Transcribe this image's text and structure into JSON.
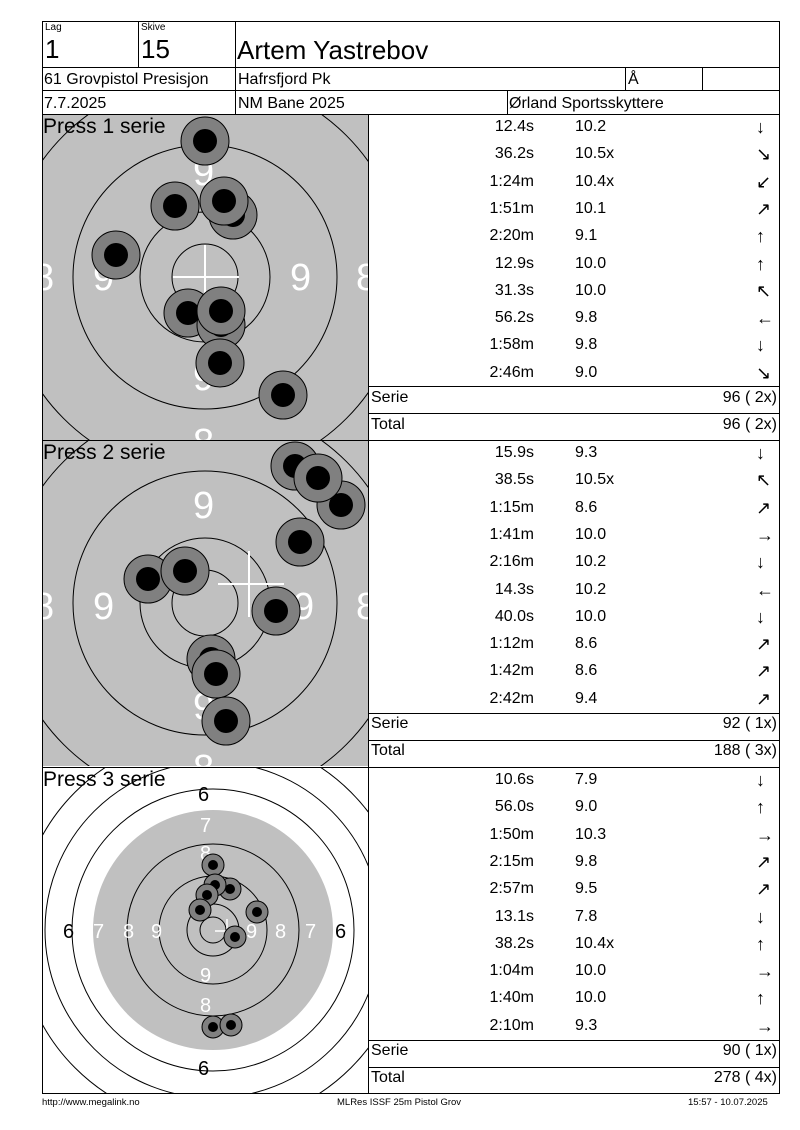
{
  "header": {
    "lag_label": "Lag",
    "lag": "1",
    "skive_label": "Skive",
    "skive": "15",
    "name": "Artem Yastrebov",
    "class": "61 Grovpistol Presisjon",
    "club": "Hafrsfjord Pk",
    "extra": "Å",
    "date": "7.7.2025",
    "range": "NM Bane 2025",
    "organizer": "Ørland Sportsskyttere"
  },
  "series": [
    {
      "title": "Press 1 serie",
      "shots": [
        {
          "time": "12.4s",
          "score": "10.2",
          "dir": "↓"
        },
        {
          "time": "36.2s",
          "score": "10.5x",
          "dir": "↘"
        },
        {
          "time": "1:24m",
          "score": "10.4x",
          "dir": "↙"
        },
        {
          "time": "1:51m",
          "score": "10.1",
          "dir": "↗"
        },
        {
          "time": "2:20m",
          "score": "9.1",
          "dir": "↑"
        },
        {
          "time": "12.9s",
          "score": "10.0",
          "dir": "↑"
        },
        {
          "time": "31.3s",
          "score": "10.0",
          "dir": "↖"
        },
        {
          "time": "56.2s",
          "score": "9.8",
          "dir": "←"
        },
        {
          "time": "1:58m",
          "score": "9.8",
          "dir": "↓"
        },
        {
          "time": "2:46m",
          "score": "9.0",
          "dir": "↘"
        }
      ],
      "serie_label": "Serie",
      "serie_value": "96 ( 2x)",
      "total_label": "Total",
      "total_value": "96 ( 2x)"
    },
    {
      "title": "Press 2 serie",
      "shots": [
        {
          "time": "15.9s",
          "score": "9.3",
          "dir": "↓"
        },
        {
          "time": "38.5s",
          "score": "10.5x",
          "dir": "↖"
        },
        {
          "time": "1:15m",
          "score": "8.6",
          "dir": "↗"
        },
        {
          "time": "1:41m",
          "score": "10.0",
          "dir": "→"
        },
        {
          "time": "2:16m",
          "score": "10.2",
          "dir": "↓"
        },
        {
          "time": "14.3s",
          "score": "10.2",
          "dir": "←"
        },
        {
          "time": "40.0s",
          "score": "10.0",
          "dir": "↓"
        },
        {
          "time": "1:12m",
          "score": "8.6",
          "dir": "↗"
        },
        {
          "time": "1:42m",
          "score": "8.6",
          "dir": "↗"
        },
        {
          "time": "2:42m",
          "score": "9.4",
          "dir": "↗"
        }
      ],
      "serie_label": "Serie",
      "serie_value": "92 ( 1x)",
      "total_label": "Total",
      "total_value": "188 ( 3x)"
    },
    {
      "title": "Press 3 serie",
      "shots": [
        {
          "time": "10.6s",
          "score": "7.9",
          "dir": "↓"
        },
        {
          "time": "56.0s",
          "score": "9.0",
          "dir": "↑"
        },
        {
          "time": "1:50m",
          "score": "10.3",
          "dir": "→"
        },
        {
          "time": "2:15m",
          "score": "9.8",
          "dir": "↗"
        },
        {
          "time": "2:57m",
          "score": "9.5",
          "dir": "↗"
        },
        {
          "time": "13.1s",
          "score": "7.8",
          "dir": "↓"
        },
        {
          "time": "38.2s",
          "score": "10.4x",
          "dir": "↑"
        },
        {
          "time": "1:04m",
          "score": "10.0",
          "dir": "→"
        },
        {
          "time": "1:40m",
          "score": "10.0",
          "dir": "↑"
        },
        {
          "time": "2:10m",
          "score": "9.3",
          "dir": "→"
        }
      ],
      "serie_label": "Serie",
      "serie_value": "90 ( 1x)",
      "total_label": "Total",
      "total_value": "278 ( 4x)"
    }
  ],
  "targets": {
    "zoom_labels": [
      "9",
      "9",
      "9",
      "9",
      "8",
      "8",
      "8",
      "8"
    ],
    "full_labels": {
      "six": "6",
      "seven": "7",
      "eight": "8",
      "nine": "9"
    },
    "colors": {
      "target_gray": "#c0c0c0",
      "hole_ring": "#808080",
      "hole_center": "#000000"
    }
  },
  "footer": {
    "left": "http://www.megalink.no",
    "center": "MLRes ISSF 25m Pistol Grov",
    "right": "15:57 - 10.07.2025"
  }
}
